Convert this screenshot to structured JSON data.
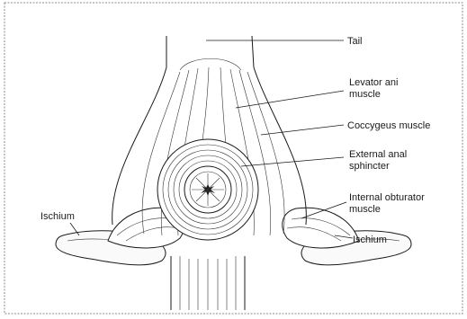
{
  "diagram": {
    "labels": {
      "tail": "Tail",
      "levator_ani_line1": "Levator ani",
      "levator_ani_line2": "muscle",
      "coccygeus": "Coccygeus muscle",
      "external_anal_line1": "External anal",
      "external_anal_line2": "sphincter",
      "internal_obturator_line1": "Internal obturator",
      "internal_obturator_line2": "muscle",
      "ischium_left": "Ischium",
      "ischium_right": "Ischium"
    }
  }
}
